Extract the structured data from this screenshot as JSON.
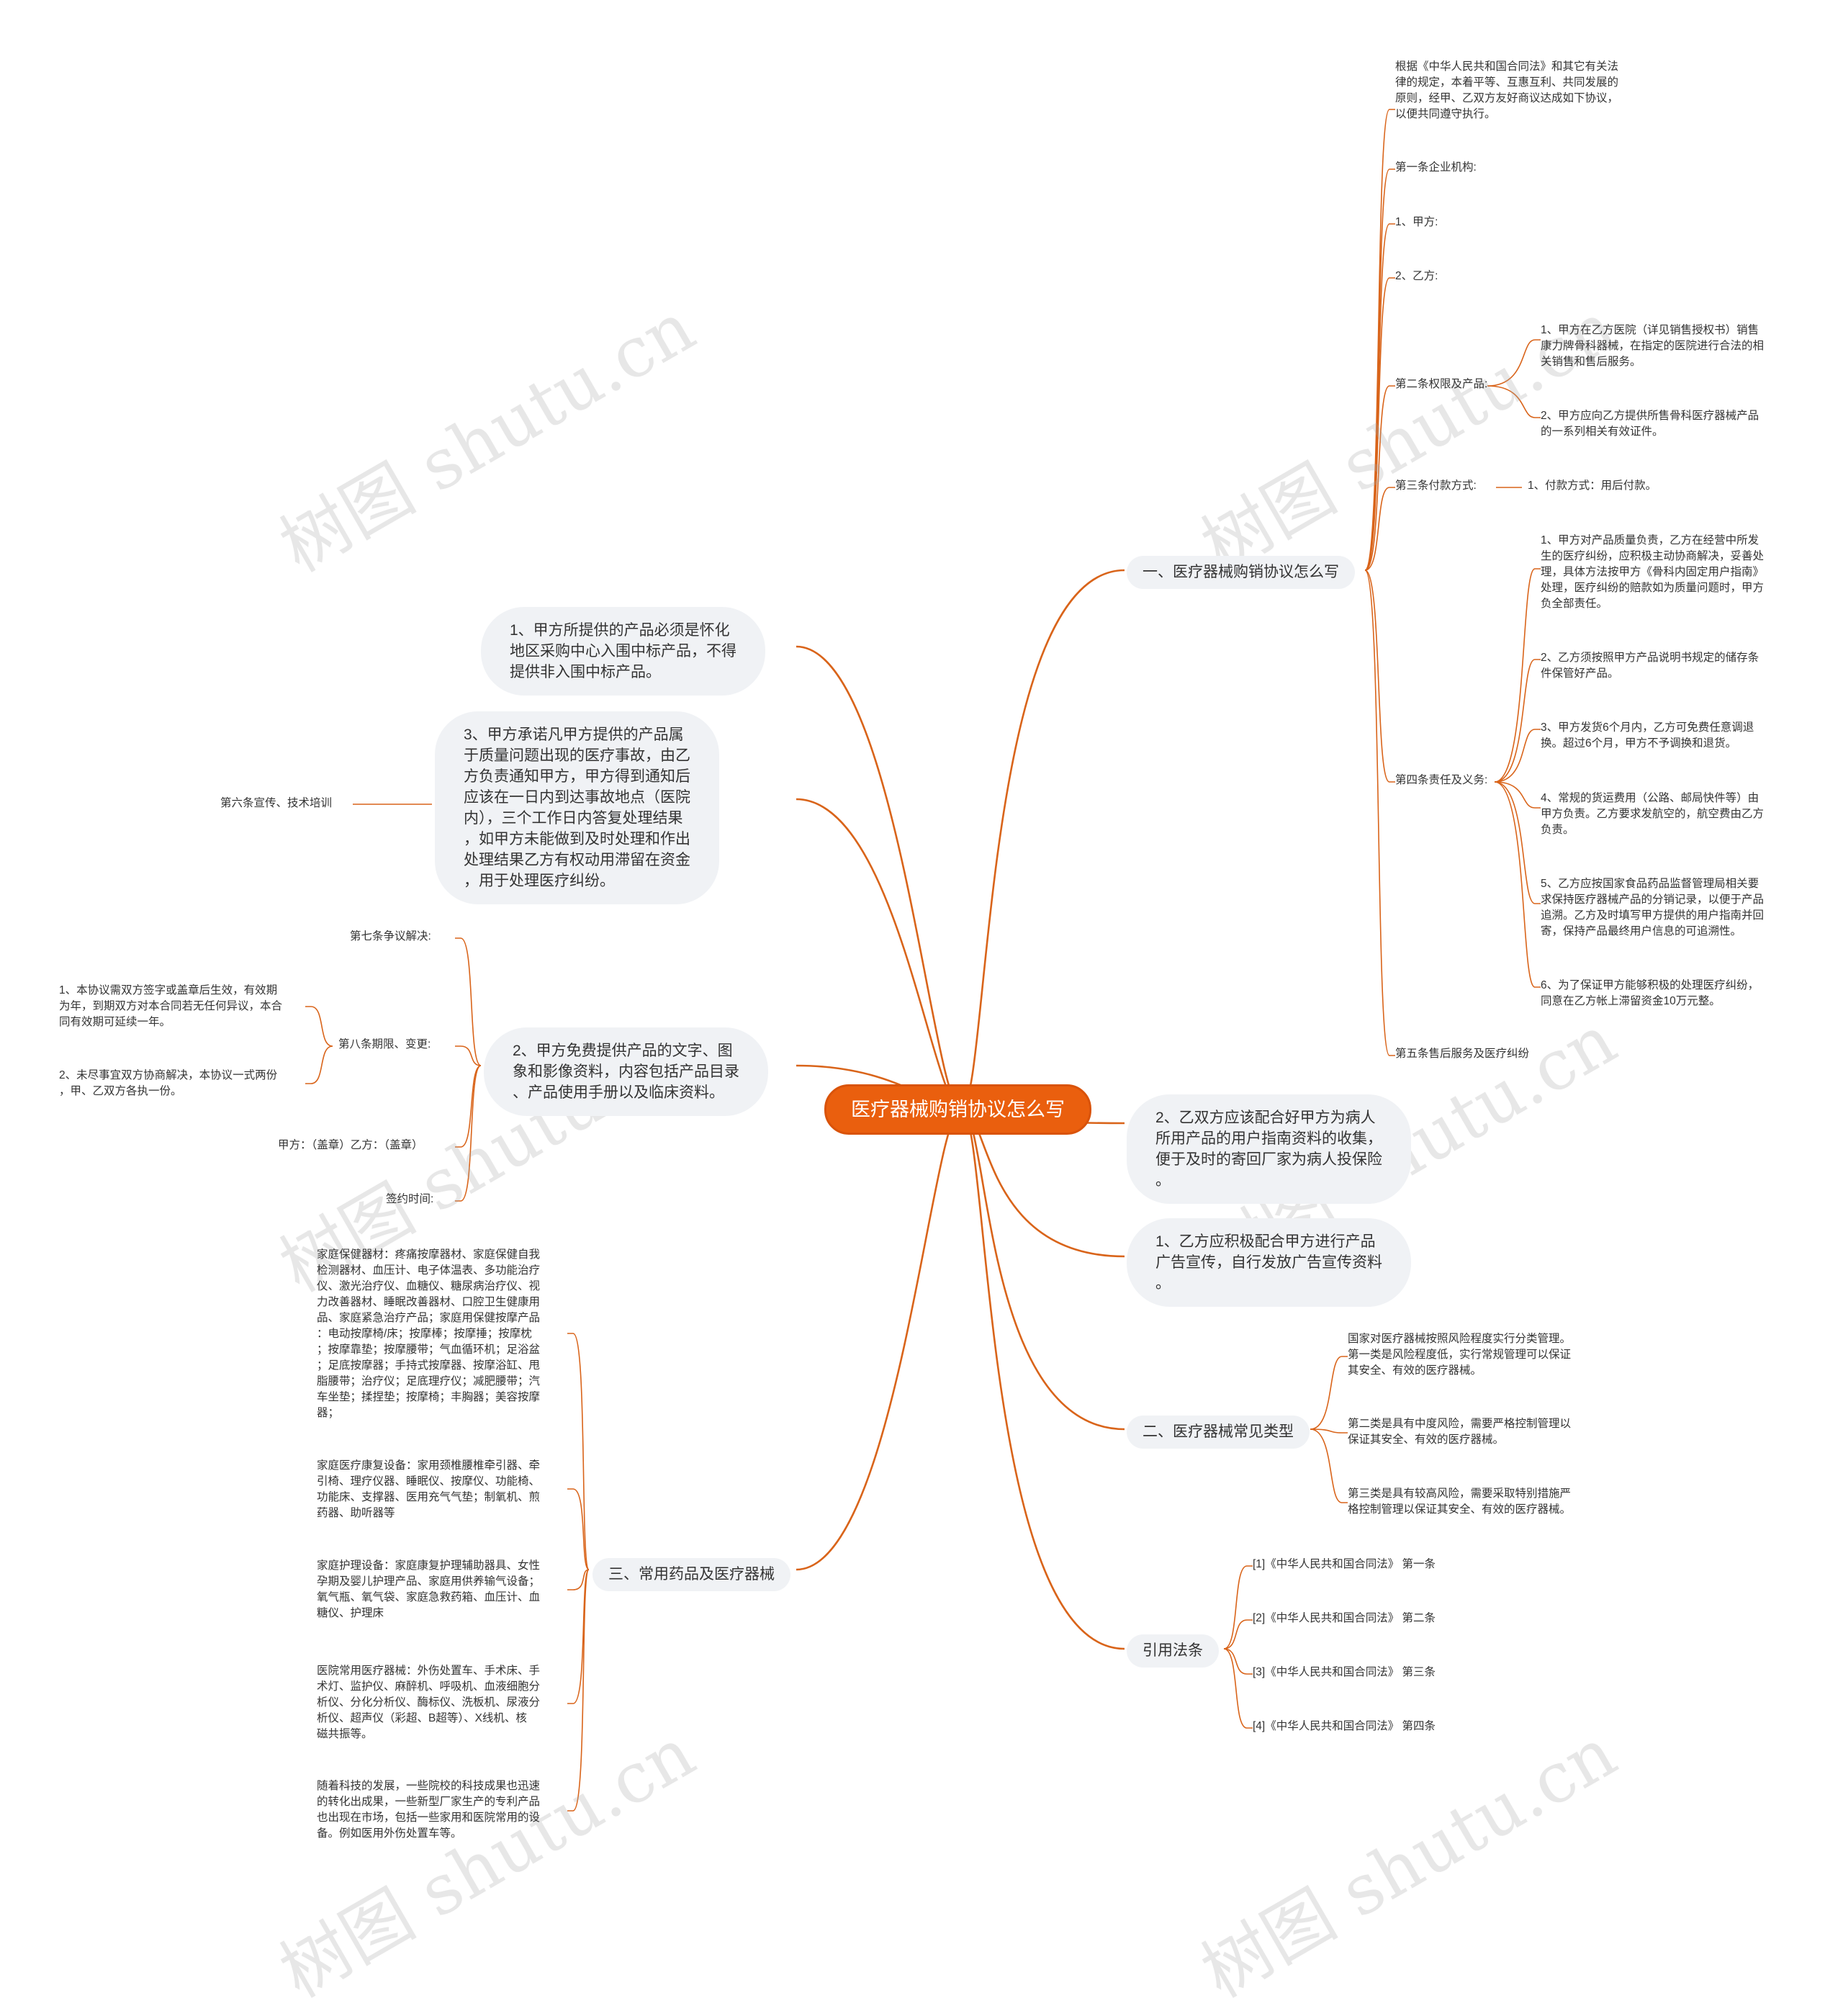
{
  "root": "医疗器械购销协议怎么写",
  "watermark": "树图 shutu.cn",
  "line_color": "#d9641a",
  "sec1": {
    "title": "一、医疗器械购销协议怎么写",
    "intro": [
      "根据《中华人民共和国合同法》和其它有关法",
      "律的规定，本着平等、互惠互利、共同发展的",
      "原则，经甲、乙双方友好商议达成如下协议，",
      "以便共同遵守执行。"
    ],
    "art1": "第一条企业机构:",
    "partyA": "1、甲方:",
    "partyB": "2、乙方:",
    "art2": "第二条权限及产品:",
    "art2_1": [
      "1、甲方在乙方医院（详见销售授权书）销售",
      "康力牌骨科器械，在指定的医院进行合法的相",
      "关销售和售后服务。"
    ],
    "art2_2": [
      "2、甲方应向乙方提供所售骨科医疗器械产品",
      "的一系列相关有效证件。"
    ],
    "art3": "第三条付款方式:",
    "art3_1": "1、付款方式：用后付款。",
    "art4": "第四条责任及义务:",
    "art4_1": [
      "1、甲方对产品质量负责，乙方在经营中所发",
      "生的医疗纠纷，应积极主动协商解决，妥善处",
      "理，具体方法按甲方《骨科内固定用户指南》",
      "处理，医疗纠纷的赔款如为质量问题时，甲方",
      "负全部责任。"
    ],
    "art4_2": [
      "2、乙方须按照甲方产品说明书规定的储存条",
      "件保管好产品。"
    ],
    "art4_3": [
      "3、甲方发货6个月内，乙方可免费任意调退",
      "换。超过6个月，甲方不予调换和退货。"
    ],
    "art4_4": [
      "4、常规的货运费用（公路、邮局快件等）由",
      "甲方负责。乙方要求发航空的，航空费由乙方",
      "负责。"
    ],
    "art4_5": [
      "5、乙方应按国家食品药品监督管理局相关要",
      "求保持医疗器械产品的分销记录，以便于产品",
      "追溯。乙方及时填写甲方提供的用户指南并回",
      "寄，保持产品最终用户信息的可追溯性。"
    ],
    "art4_6": [
      "6、为了保证甲方能够积极的处理医疗纠纷，",
      "同意在乙方帐上滞留资金10万元整。"
    ],
    "art5": "第五条售后服务及医疗纠纷"
  },
  "bubbleB2": [
    "2、乙双方应该配合好甲方为病人",
    "所用产品的用户指南资料的收集，",
    "便于及时的寄回厂家为病人投保险",
    "。"
  ],
  "bubbleB1": [
    "1、乙方应积极配合甲方进行产品",
    "广告宣传，自行发放广告宣传资料",
    "。"
  ],
  "sec2": {
    "title": "二、医疗器械常见类型",
    "c1": [
      "国家对医疗器械按照风险程度实行分类管理。",
      "第一类是风险程度低，实行常规管理可以保证",
      "其安全、有效的医疗器械。"
    ],
    "c2": [
      "第二类是具有中度风险，需要严格控制管理以",
      "保证其安全、有效的医疗器械。"
    ],
    "c3": [
      "第三类是具有较高风险，需要采取特别措施严",
      "格控制管理以保证其安全、有效的医疗器械。"
    ]
  },
  "sec_ref": {
    "title": "引用法条",
    "r1": "[1]《中华人民共和国合同法》 第一条",
    "r2": "[2]《中华人民共和国合同法》 第二条",
    "r3": "[3]《中华人民共和国合同法》 第三条",
    "r4": "[4]《中华人民共和国合同法》 第四条"
  },
  "bubbleA1": [
    "1、甲方所提供的产品必须是怀化",
    "地区采购中心入围中标产品，不得",
    "提供非入围中标产品。"
  ],
  "bubbleA3": [
    "3、甲方承诺凡甲方提供的产品属",
    "于质量问题出现的医疗事故，由乙",
    "方负责通知甲方，甲方得到通知后",
    "应该在一日内到达事故地点（医院",
    "内），三个工作日内答复处理结果",
    "，如甲方未能做到及时处理和作出",
    "处理结果乙方有权动用滞留在资金",
    "，用于处理医疗纠纷。"
  ],
  "art6": "第六条宣传、技术培训",
  "bubbleA2": [
    "2、甲方免费提供产品的文字、图",
    "象和影像资料，内容包括产品目录",
    "、产品使用手册以及临床资料。"
  ],
  "art7": "第七条争议解决:",
  "art8": "第八条期限、变更:",
  "art8_1": [
    "1、本协议需双方签字或盖章后生效，有效期",
    "为年，到期双方对本合同若无任何异议，本合",
    "同有效期可延续一年。"
  ],
  "art8_2": [
    "2、未尽事宜双方协商解决，本协议一式两份",
    "，甲、乙双方各执一份。"
  ],
  "sign": "甲方：（盖章）乙方：（盖章）",
  "signdate": "签约时间:",
  "sec3": {
    "title": "三、常用药品及医疗器械",
    "d1": [
      "家庭保健器材：疼痛按摩器材、家庭保健自我",
      "检测器材、血压计、电子体温表、多功能治疗",
      "仪、激光治疗仪、血糖仪、糖尿病治疗仪、视",
      "力改善器材、睡眠改善器材、口腔卫生健康用",
      "品、家庭紧急治疗产品；家庭用保健按摩产品",
      "：电动按摩椅/床；按摩棒；按摩捶；按摩枕",
      "；按摩靠垫；按摩腰带；气血循环机；足浴盆",
      "；足底按摩器；手持式按摩器、按摩浴缸、甩",
      "脂腰带；治疗仪；足底理疗仪；减肥腰带；汽",
      "车坐垫；揉捏垫；按摩椅；丰胸器；美容按摩",
      "器；"
    ],
    "d2": [
      "家庭医疗康复设备：家用颈椎腰椎牵引器、牵",
      "引椅、理疗仪器、睡眠仪、按摩仪、功能椅、",
      "功能床、支撑器、医用充气气垫；制氧机、煎",
      "药器、助听器等"
    ],
    "d3": [
      "家庭护理设备：家庭康复护理辅助器具、女性",
      "孕期及婴儿护理产品、家庭用供养输气设备；",
      "氧气瓶、氧气袋、家庭急救药箱、血压计、血",
      "糖仪、护理床"
    ],
    "d4": [
      "医院常用医疗器械：外伤处置车、手术床、手",
      "术灯、监护仪、麻醉机、呼吸机、血液细胞分",
      "析仪、分化分析仪、酶标仪、洗板机、尿液分",
      "析仪、超声仪（彩超、B超等）、X线机、核",
      "磁共振等。"
    ],
    "d5": [
      "随着科技的发展，一些院校的科技成果也迅速",
      "的转化出成果，一些新型厂家生产的专利产品",
      "也出现在市场，包括一些家用和医院常用的设",
      "备。例如医用外伤处置车等。"
    ]
  }
}
